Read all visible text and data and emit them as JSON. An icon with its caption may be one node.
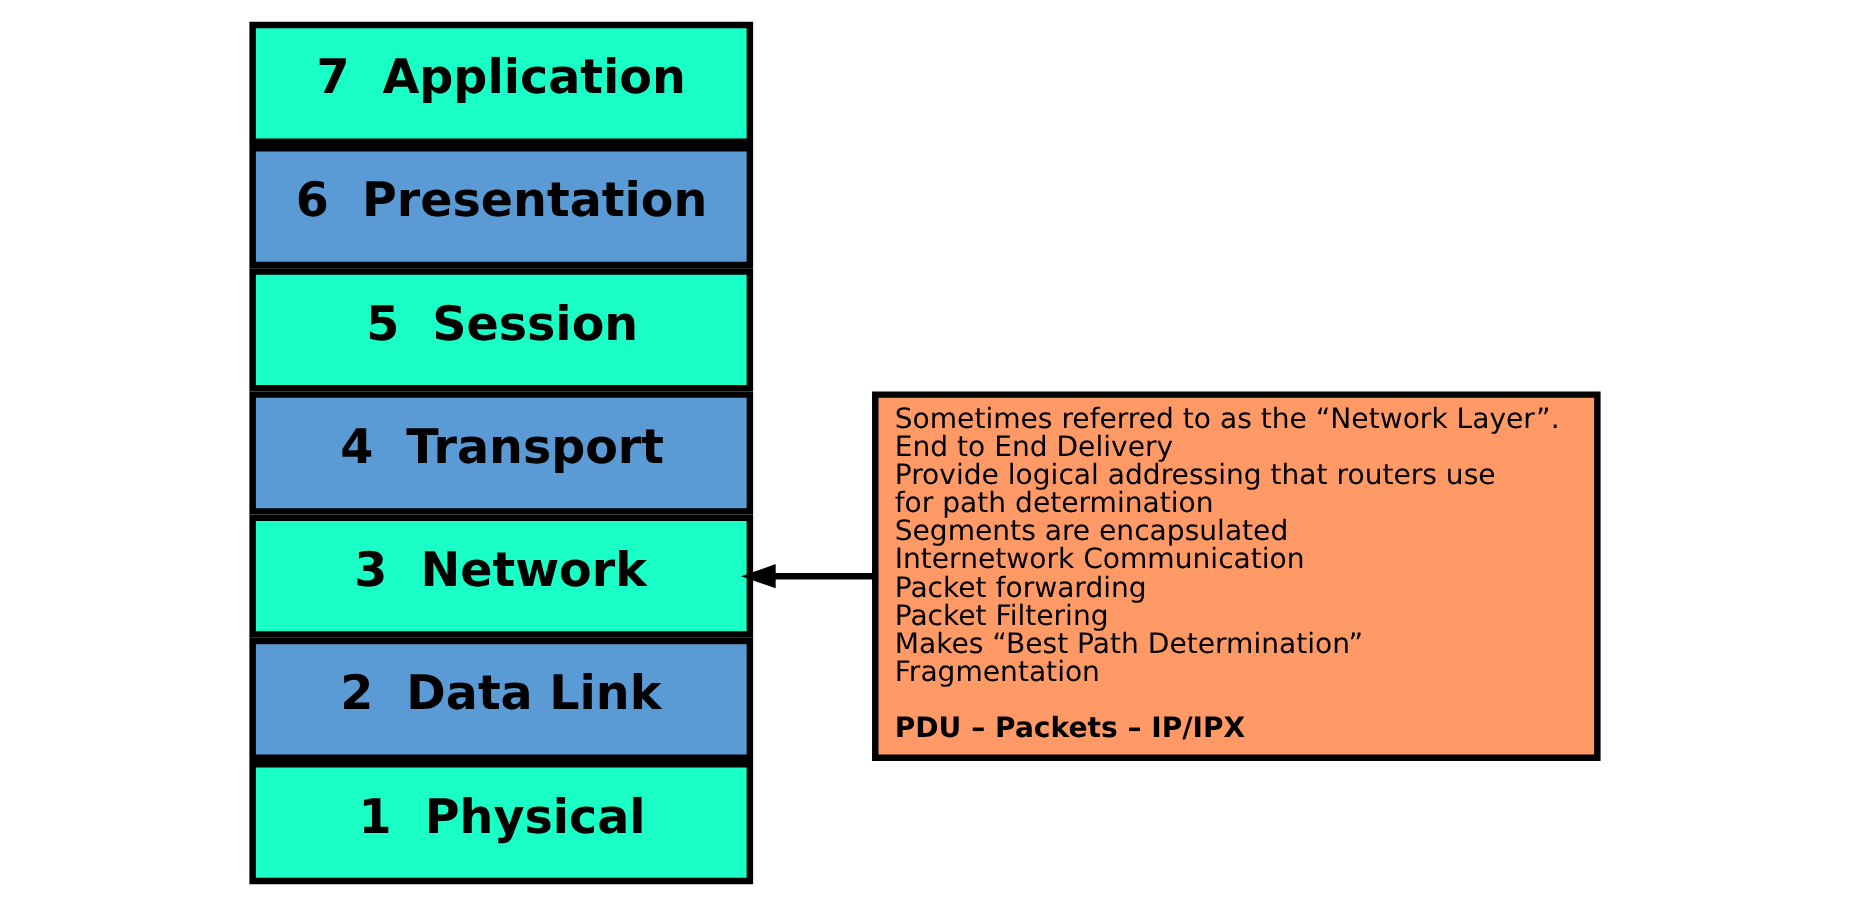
{
  "diagram": {
    "nodes": [
      {
        "text": [
          "7  Application"
        ]
      },
      {
        "text": [
          "6  Presentation"
        ]
      },
      {
        "text": [
          "5  Session"
        ]
      },
      {
        "text": [
          "4  Transport"
        ]
      },
      {
        "text": [
          "3  Network"
        ]
      },
      {
        "text": [
          "2  Data Link"
        ]
      },
      {
        "text": [
          "1  Physical"
        ]
      },
      {
        "text": [
          "Sometimes referred to as the “Network Layer”.",
          "End to End Delivery",
          "Provide logical addressing that routers use for path determination",
          "Segments are encapsulated",
          "Internetwork Communication",
          "Packet forwarding",
          "Packet Filtering",
          "Makes “Best Path Determination”",
          "Fragmentation",
          "PDU – Packets – IP/IPX"
        ]
      }
    ],
    "edges": [
      {
        "from": 7,
        "to": 4,
        "arrow": "to"
      }
    ]
  }
}
